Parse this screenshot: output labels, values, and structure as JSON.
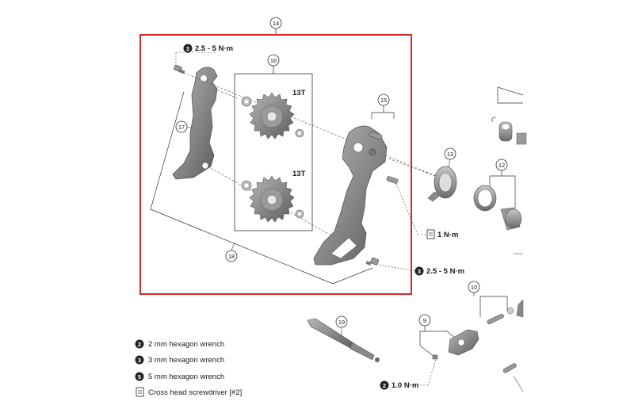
{
  "callouts": {
    "c14": "14",
    "c16": "16",
    "c17": "17",
    "c18": "18",
    "c15": "15",
    "c13": "13",
    "c12": "12",
    "c19": "19",
    "c9": "9",
    "c10": "10"
  },
  "pulley_labels": {
    "upper": "13T",
    "lower": "13T"
  },
  "torques": {
    "top": {
      "tool": "3",
      "value": "2.5 - 5 N·m"
    },
    "pin": {
      "tool": "screwdriver",
      "value": "1 N·m"
    },
    "mid": {
      "tool": "3",
      "value": "2.5 - 5 N·m"
    },
    "bottom": {
      "tool": "2",
      "value": "1.0 N·m"
    }
  },
  "legend": [
    {
      "mark": "2",
      "text": "2 mm hexagon wrench"
    },
    {
      "mark": "3",
      "text": "3 mm hexagon wrench"
    },
    {
      "mark": "5",
      "text": "5 mm hexagon wrench"
    },
    {
      "mark": "screwdriver",
      "text": "Cross head screwdriver [#2]"
    }
  ],
  "colors": {
    "highlight_frame": "#d9262c",
    "part_fill": "#8c8c8c",
    "part_dark": "#5e5e5e",
    "line": "#444444"
  }
}
